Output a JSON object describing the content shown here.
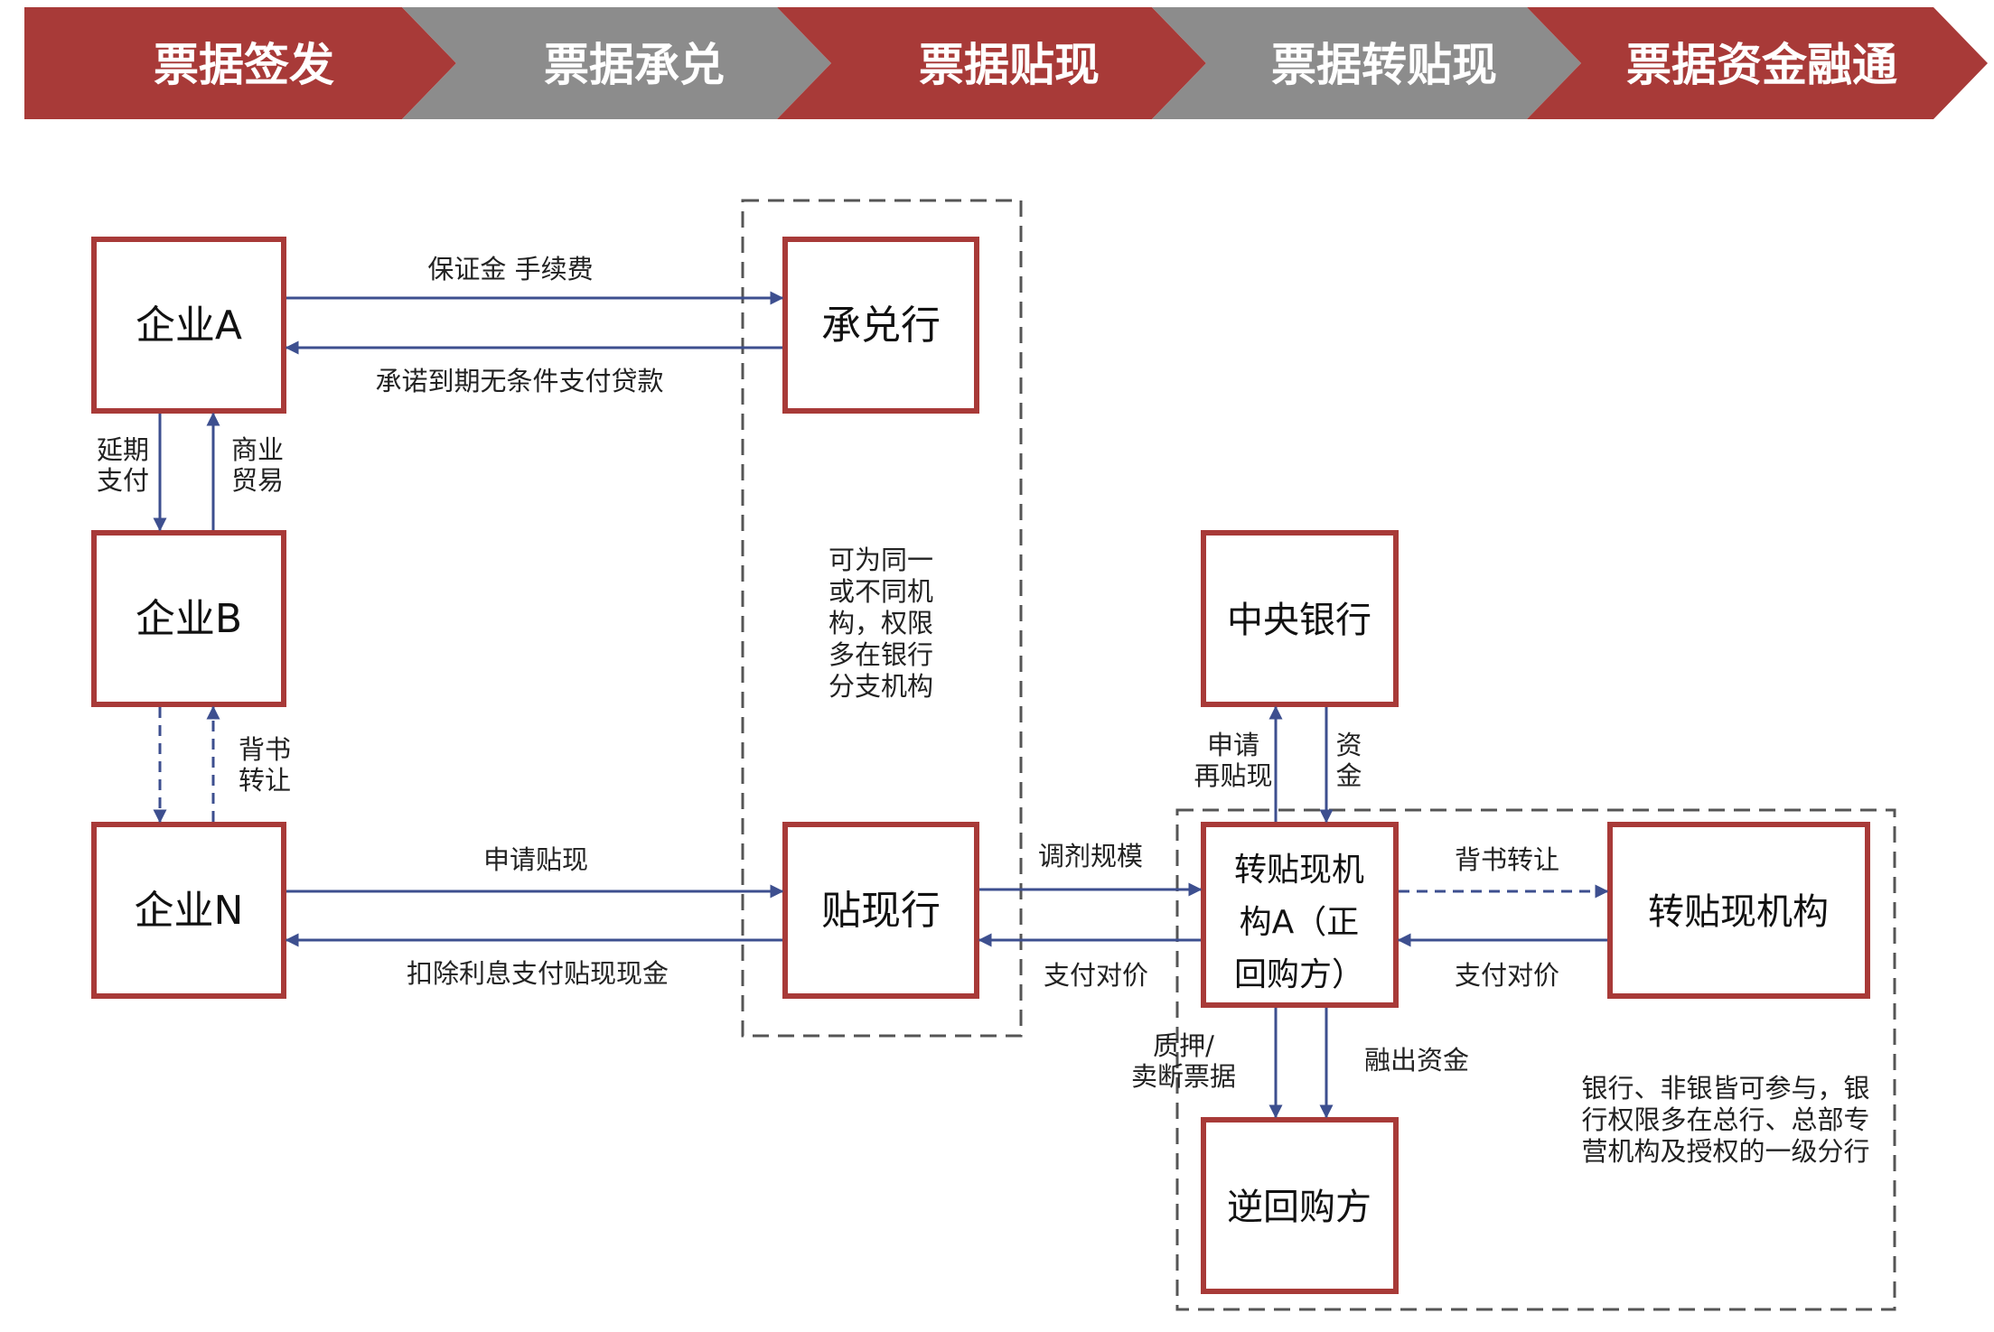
{
  "header": {
    "stages": [
      {
        "label": "票据签发",
        "color": "#a83a38"
      },
      {
        "label": "票据承兑",
        "color": "#8c8c8c"
      },
      {
        "label": "票据贴现",
        "color": "#a83a38"
      },
      {
        "label": "票据转贴现",
        "color": "#8c8c8c"
      },
      {
        "label": "票据资金融通",
        "color": "#a83a38"
      }
    ]
  },
  "boxes": {
    "enterprise_a": "企业A",
    "enterprise_b": "企业B",
    "enterprise_n": "企业N",
    "acceptor_bank": "承兑行",
    "discount_bank": "贴现行",
    "central_bank": "中央银行",
    "rediscount_a": [
      "转贴现机",
      "构A（正",
      "回购方）"
    ],
    "rediscount_inst": "转贴现机构",
    "reverse_repo": "逆回购方"
  },
  "labels": {
    "margin_fee": "保证金 手续费",
    "promise_pay": "承诺到期无条件支付贷款",
    "deferred_pay": [
      "延期",
      "支付"
    ],
    "commercial_trade": [
      "商业",
      "贸易"
    ],
    "endorse_transfer_b": [
      "背书",
      "转让"
    ],
    "apply_discount": "申请贴现",
    "deduct_interest": "扣除利息支付贴现现金",
    "adjust_scale": "调剂规模",
    "pay_consideration_1": "支付对价",
    "apply_rediscount": [
      "申请",
      "再贴现"
    ],
    "funds": [
      "资",
      "金"
    ],
    "endorse_transfer_r": "背书转让",
    "pay_consideration_2": "支付对价",
    "pledge_sell": [
      "质押/",
      "卖断票据"
    ],
    "lend_funds": "融出资金"
  },
  "notes": {
    "same_or_different": [
      "可为同一",
      "或不同机",
      "构，权限",
      "多在银行",
      "分支机构"
    ],
    "banks_nonbanks": [
      "银行、非银皆可参与，银",
      "行权限多在总行、总部专",
      "营机构及授权的一级分行"
    ]
  },
  "colors": {
    "box_border": "#a83a38",
    "arrow": "#3d4f8f",
    "header_red": "#a83a38",
    "header_gray": "#8c8c8c"
  }
}
